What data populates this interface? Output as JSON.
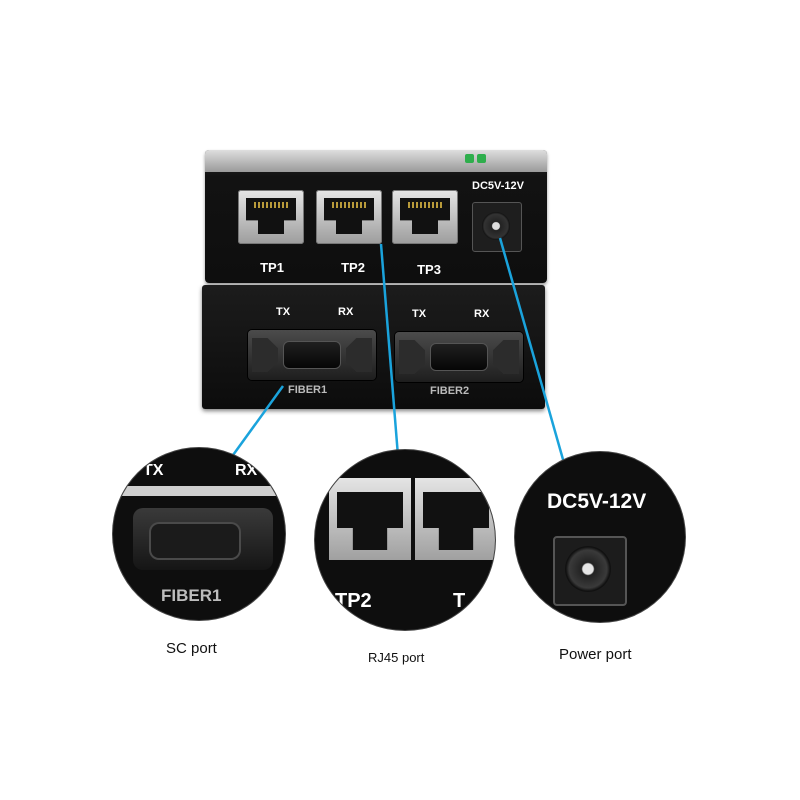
{
  "device": {
    "power_label": "DC5V-12V",
    "rj45_ports": [
      "TP1",
      "TP2",
      "TP3"
    ],
    "fiber_ports": [
      {
        "name": "FIBER1",
        "tx": "TX",
        "rx": "RX"
      },
      {
        "name": "FIBER2",
        "tx": "TX",
        "rx": "RX"
      }
    ]
  },
  "callouts": {
    "sc": {
      "tx": "TX",
      "rx": "RX",
      "fiber": "FIBER1",
      "caption": "SC port"
    },
    "rj45": {
      "port": "TP2",
      "port_partial": "T",
      "caption": "RJ45 port"
    },
    "power": {
      "label": "DC5V-12V",
      "caption": "Power port"
    }
  },
  "colors": {
    "leader_line": "#1aa3dc",
    "body": "#111111"
  }
}
